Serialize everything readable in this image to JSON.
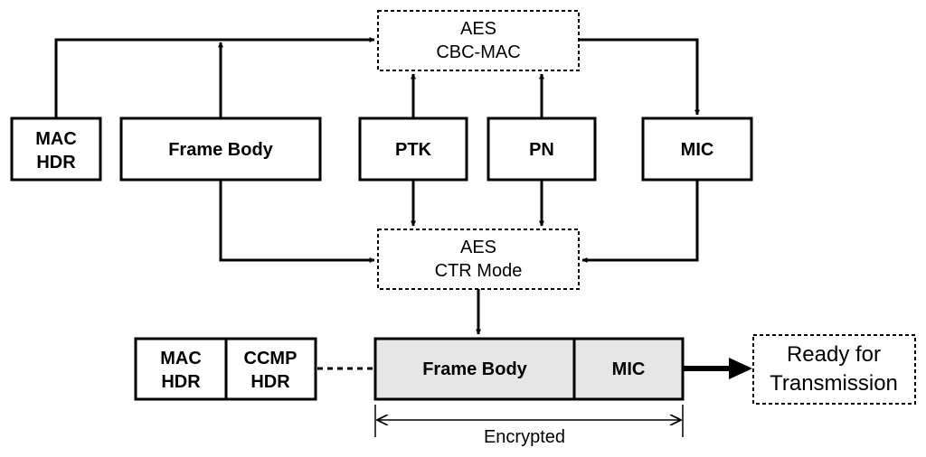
{
  "diagram": {
    "top": {
      "mac_hdr_line1": "MAC",
      "mac_hdr_line2": "HDR",
      "frame_body": "Frame Body",
      "ptk": "PTK",
      "pn": "PN",
      "mic": "MIC"
    },
    "aes_cbc_mac": {
      "line1": "AES",
      "line2": "CBC-MAC"
    },
    "aes_ctr": {
      "line1": "AES",
      "line2": "CTR Mode"
    },
    "bottom": {
      "mac_hdr_line1": "MAC",
      "mac_hdr_line2": "HDR",
      "ccmp_hdr_line1": "CCMP",
      "ccmp_hdr_line2": "HDR",
      "frame_body": "Frame Body",
      "mic": "MIC"
    },
    "ready_line1": "Ready for",
    "ready_line2": "Transmission",
    "encrypted_label": "Encrypted"
  },
  "colors": {
    "stroke": "#000000",
    "encrypted_fill": "#e6e6e6",
    "background": "#ffffff"
  }
}
